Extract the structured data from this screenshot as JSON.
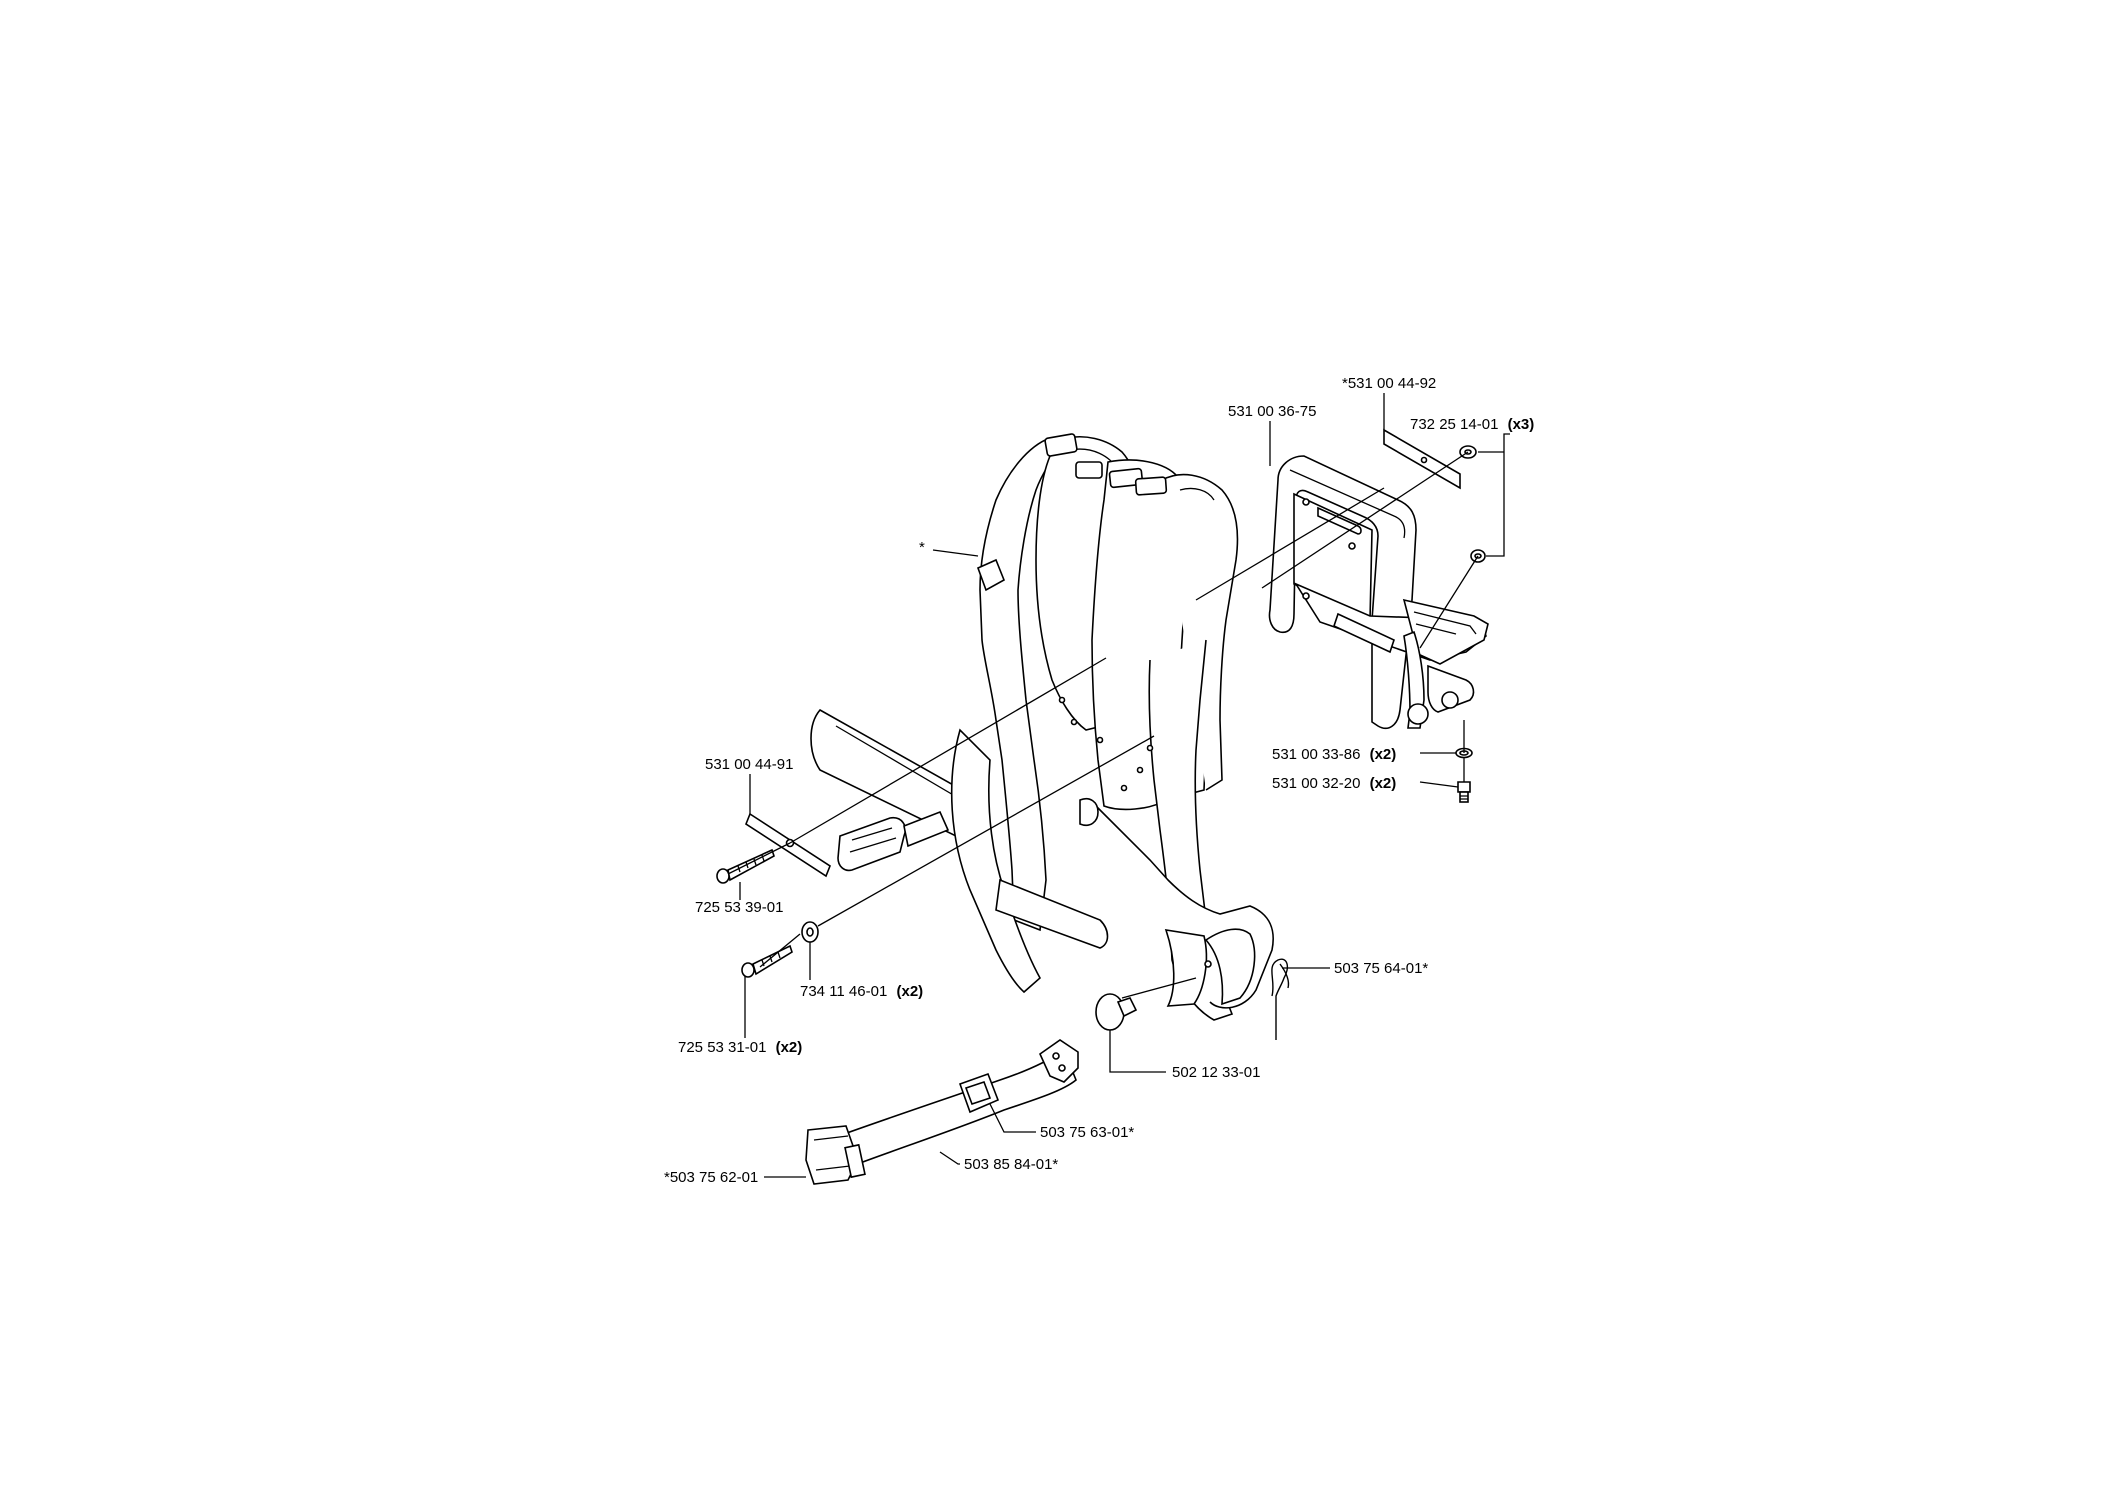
{
  "diagram": {
    "labels": {
      "harness": "*",
      "frame": "531 00 36-75",
      "plate_top": "*531 00 44-92",
      "nut_top": "732 25 14-01",
      "nut_top_qty": "(x3)",
      "plate_left": "531 00 44-91",
      "screw_upper": "725 53 39-01",
      "screw_lower": "725 53 31-01",
      "screw_lower_qty": "(x2)",
      "washer": "734 11 46-01",
      "washer_qty": "(x2)",
      "ring": "531 00 33-86",
      "ring_qty": "(x2)",
      "bolt": "531 00 32-20",
      "bolt_qty": "(x2)",
      "clip": "503 75 64-01*",
      "knob": "502 12 33-01",
      "buckle_slide": "503 75 63-01*",
      "hip_belt": "503 85 84-01*",
      "buckle": "*503 75 62-01"
    }
  }
}
